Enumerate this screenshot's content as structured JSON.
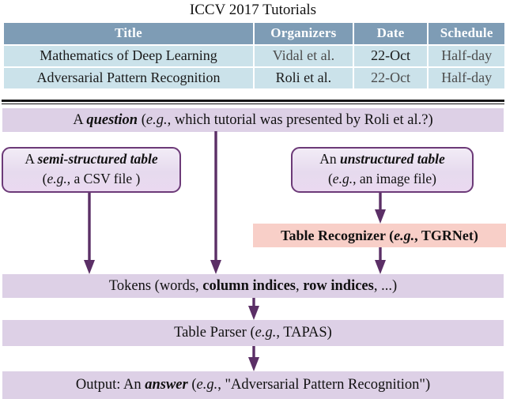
{
  "figure": {
    "title": "ICCV 2017 Tutorials"
  },
  "table": {
    "name": "iccv-2017-tutorials-table",
    "headers": [
      "Title",
      "Organizers",
      "Date",
      "Schedule"
    ],
    "rows": [
      {
        "title": "Mathematics of Deep Learning",
        "organizers": "Vidal et al.",
        "date": "22-Oct",
        "schedule": "Half-day"
      },
      {
        "title": "Adversarial Pattern Recognition",
        "organizers": "Roli et al.",
        "date": "22-Oct",
        "schedule": "Half-day"
      }
    ]
  },
  "flow": {
    "question": {
      "prefix": "A ",
      "emphasis": "question",
      "suffix": " (e.g., which tutorial was presented by Roli et al.?)",
      "eg": "e.g.",
      "body_after_eg": ", which tutorial was presented by Roli et al.?)"
    },
    "semi_structured": {
      "line1_prefix": "A ",
      "line1_emphasis": "semi-structured table",
      "line2_eg": "e.g.",
      "line2_rest": ", a CSV file )"
    },
    "unstructured": {
      "line1_prefix": "An ",
      "line1_emphasis": "unstructured table",
      "line2_eg": "e.g.",
      "line2_rest": ", an image file)"
    },
    "recognizer": {
      "prefix": "Table Recognizer (",
      "eg": "e.g.",
      "suffix": ", TGRNet)"
    },
    "tokens": {
      "prefix": "Tokens (words, ",
      "bold1": "column indices",
      "mid": ", ",
      "bold2": "row indices",
      "suffix": ", ...)"
    },
    "parser": {
      "prefix": "Table Parser (",
      "eg": "e.g.",
      "suffix": ", TAPAS)"
    },
    "output": {
      "prefix": "Output: An ",
      "emphasis": "answer",
      "mid": " (",
      "eg": "e.g.",
      "suffix": ", \"Adversarial Pattern Recognition\")"
    }
  },
  "arrows": {
    "left_arrow": "arrow-semi-structured-to-tokens",
    "center_arrow": "arrow-question-to-tokens",
    "right_arrow_top": "arrow-unstructured-to-recognizer",
    "right_arrow_bottom": "arrow-recognizer-to-tokens",
    "parser_in_arrow": "arrow-tokens-to-parser",
    "parser_out_arrow": "arrow-parser-to-output"
  },
  "colors": {
    "table_header_bg": "#7e9cb5",
    "table_cell_bg": "#cbe2ea",
    "flow_bar_bg": "#ddd0e6",
    "box_border": "#6c3a78",
    "recognizer_bg": "#f8cfc8",
    "arrow": "#5b2f66",
    "divider": "#161616"
  }
}
